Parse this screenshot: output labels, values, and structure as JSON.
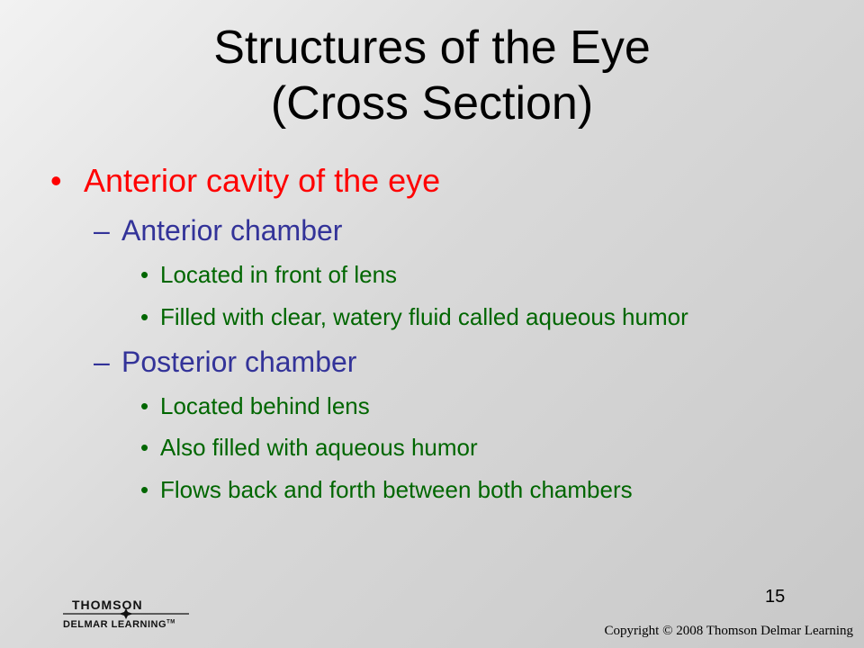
{
  "slide": {
    "title_line1": "Structures of the Eye",
    "title_line2": "(Cross Section)",
    "colors": {
      "level1": "#ff0000",
      "level2": "#333399",
      "level3": "#006600"
    },
    "level1": {
      "bullet": "•",
      "text": "Anterior cavity of the eye"
    },
    "sections": [
      {
        "dash": "–",
        "heading": "Anterior chamber",
        "items": [
          {
            "dot": "•",
            "text": "Located in front of lens"
          },
          {
            "dot": "•",
            "text": "Filled with clear, watery fluid called aqueous humor"
          }
        ]
      },
      {
        "dash": "–",
        "heading": "Posterior chamber",
        "items": [
          {
            "dot": "•",
            "text": "Located behind lens"
          },
          {
            "dot": "•",
            "text": "Also filled with aqueous humor"
          },
          {
            "dot": "•",
            "text": "Flows back and forth between both chambers"
          }
        ]
      }
    ],
    "page_number": "15"
  },
  "footer": {
    "logo_top": "THOMSON",
    "logo_bottom": "DELMAR LEARNING",
    "logo_tm": "TM",
    "copyright": "Copyright © 2008 Thomson Delmar Learning"
  }
}
